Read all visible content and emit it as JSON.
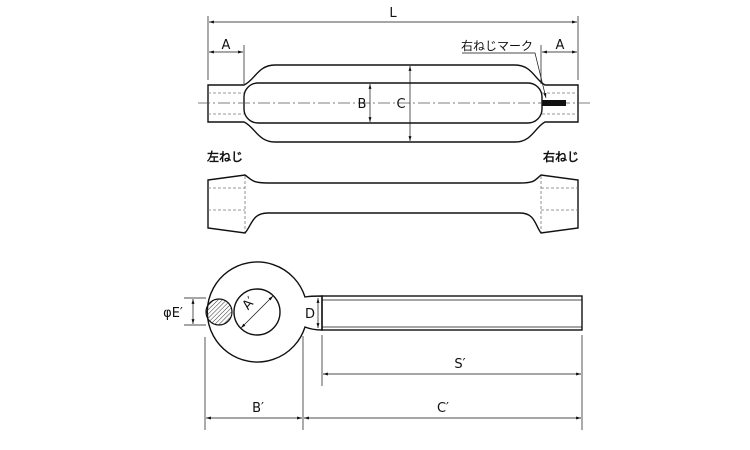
{
  "turnbuckle_body": {
    "dim_overall": "L",
    "dim_end_left": "A",
    "dim_end_right": "A",
    "dim_inner": "B",
    "dim_outer": "C",
    "right_thread_mark_label": "右ねじマーク",
    "left_thread_label": "左ねじ",
    "right_thread_label": "右ねじ"
  },
  "eye_bolt": {
    "dim_eye_inner": "A′",
    "dim_wire": "φE′",
    "dim_neck": "D",
    "dim_thread": "S′",
    "dim_eye": "B′",
    "dim_shank": "C′"
  }
}
